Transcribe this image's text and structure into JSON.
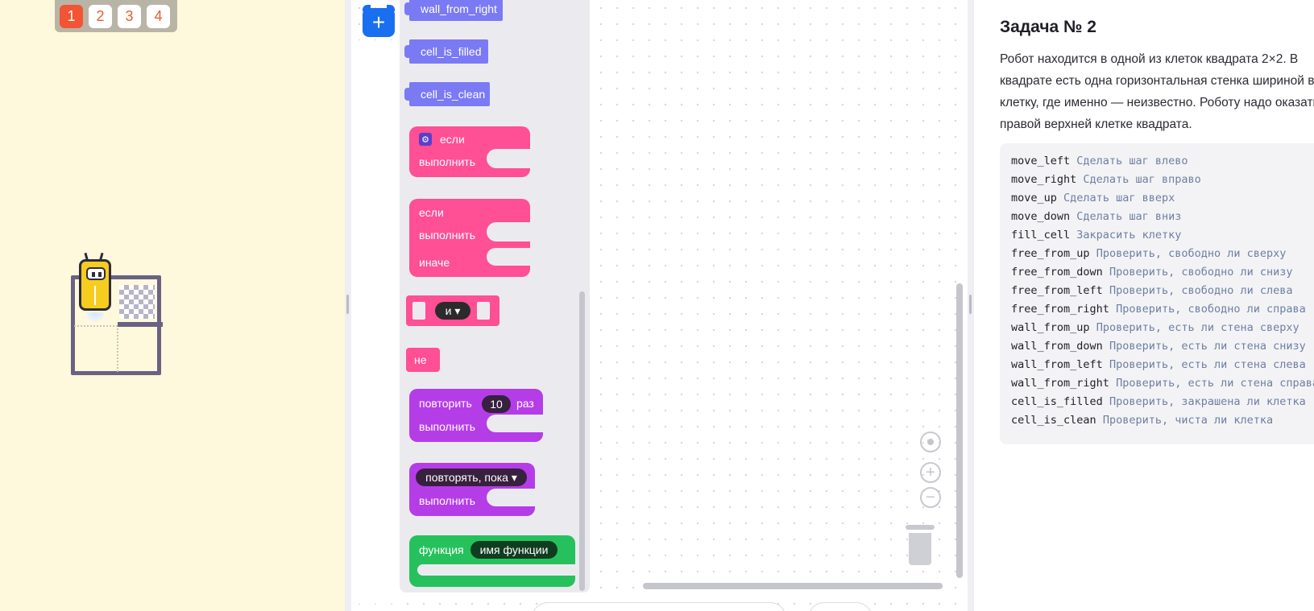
{
  "levels": [
    "1",
    "2",
    "3",
    "4"
  ],
  "active_level": "1",
  "toolbox": {
    "add_label": "+",
    "sensor_blocks": [
      "wall_from_right",
      "cell_is_filled",
      "cell_is_clean"
    ],
    "if_block": {
      "if_label": "если",
      "do_label": "выполнить"
    },
    "if_else_block": {
      "if_label": "если",
      "do_label": "выполнить",
      "else_label": "иначе"
    },
    "and_block": {
      "op_label": "и ▾"
    },
    "not_block": {
      "label": "не"
    },
    "repeat_block": {
      "label": "повторить",
      "count": "10",
      "suffix": "раз",
      "do_label": "выполнить"
    },
    "while_block": {
      "label": "повторять, пока ▾",
      "do_label": "выполнить"
    },
    "function_block": {
      "label": "функция",
      "name": "имя функции"
    }
  },
  "task": {
    "title": "Задача № 2",
    "description": "Робот находится в одной из клеток квадрата 2×2. В квадрате есть одна горизонтальная стенка шириной в одну клетку, где именно — неизвестно. Роботу надо оказаться в правой верхней клетке квадрата.",
    "commands": [
      {
        "name": "move_left",
        "hint": "Сделать шаг влево"
      },
      {
        "name": "move_right",
        "hint": "Сделать шаг вправо"
      },
      {
        "name": "move_up",
        "hint": "Сделать шаг вверх"
      },
      {
        "name": "move_down",
        "hint": "Сделать шаг вниз"
      },
      {
        "name": "fill_cell",
        "hint": "Закрасить клетку"
      },
      {
        "name": "free_from_up",
        "hint": "Проверить, свободно ли сверху"
      },
      {
        "name": "free_from_down",
        "hint": "Проверить, свободно ли снизу"
      },
      {
        "name": "free_from_left",
        "hint": "Проверить, свободно ли слева"
      },
      {
        "name": "free_from_right",
        "hint": "Проверить, свободно ли справа"
      },
      {
        "name": "wall_from_up",
        "hint": "Проверить, есть ли стена сверху"
      },
      {
        "name": "wall_from_down",
        "hint": "Проверить, есть ли стена снизу"
      },
      {
        "name": "wall_from_left",
        "hint": "Проверить, есть ли стена слева"
      },
      {
        "name": "wall_from_right",
        "hint": "Проверить, есть ли стена справа"
      },
      {
        "name": "cell_is_filled",
        "hint": "Проверить, закрашена ли клетка"
      },
      {
        "name": "cell_is_clean",
        "hint": "Проверить, чиста ли клетка"
      }
    ]
  },
  "colors": {
    "sensor": "#7b7af5",
    "logic": "#ff4f95",
    "loop": "#b53de8",
    "function": "#26c15c",
    "accent": "#1a6ff0",
    "level_active": "#f35434"
  },
  "icons": [
    "add-icon",
    "gear-icon",
    "center-icon",
    "zoom-in-icon",
    "zoom-out-icon",
    "trash-icon"
  ]
}
